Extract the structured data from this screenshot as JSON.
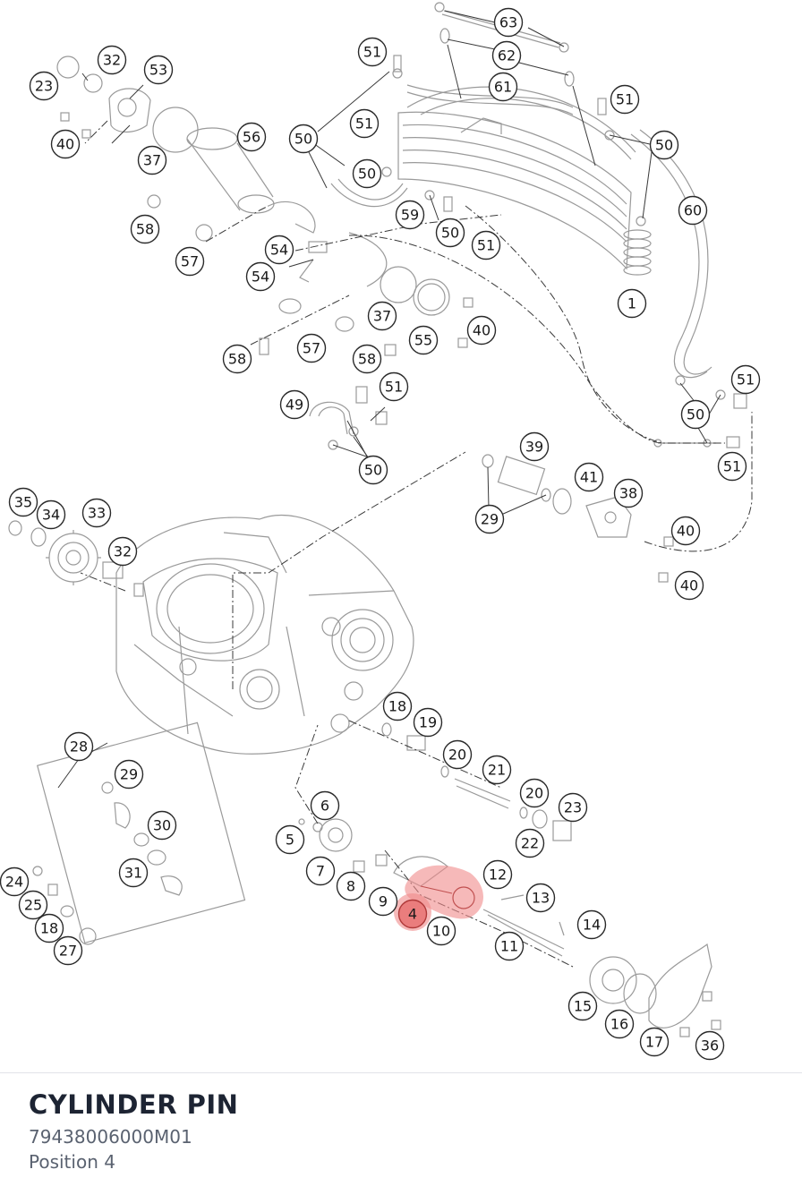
{
  "diagram": {
    "callouts": [
      {
        "label": "63"
      },
      {
        "label": "62"
      },
      {
        "label": "61"
      },
      {
        "label": "51"
      },
      {
        "label": "51"
      },
      {
        "label": "51"
      },
      {
        "label": "50"
      },
      {
        "label": "50"
      },
      {
        "label": "50"
      },
      {
        "label": "60"
      },
      {
        "label": "59"
      },
      {
        "label": "50"
      },
      {
        "label": "51"
      },
      {
        "label": "1"
      },
      {
        "label": "23"
      },
      {
        "label": "32"
      },
      {
        "label": "53"
      },
      {
        "label": "40"
      },
      {
        "label": "37"
      },
      {
        "label": "56"
      },
      {
        "label": "58"
      },
      {
        "label": "57"
      },
      {
        "label": "54"
      },
      {
        "label": "54"
      },
      {
        "label": "57"
      },
      {
        "label": "58"
      },
      {
        "label": "37"
      },
      {
        "label": "58"
      },
      {
        "label": "55"
      },
      {
        "label": "40"
      },
      {
        "label": "49"
      },
      {
        "label": "51"
      },
      {
        "label": "50"
      },
      {
        "label": "51"
      },
      {
        "label": "50"
      },
      {
        "label": "51"
      },
      {
        "label": "39"
      },
      {
        "label": "41"
      },
      {
        "label": "38"
      },
      {
        "label": "29"
      },
      {
        "label": "40"
      },
      {
        "label": "40"
      },
      {
        "label": "35"
      },
      {
        "label": "34"
      },
      {
        "label": "33"
      },
      {
        "label": "32"
      },
      {
        "label": "18"
      },
      {
        "label": "19"
      },
      {
        "label": "20"
      },
      {
        "label": "21"
      },
      {
        "label": "20"
      },
      {
        "label": "23"
      },
      {
        "label": "22"
      },
      {
        "label": "28"
      },
      {
        "label": "29"
      },
      {
        "label": "30"
      },
      {
        "label": "31"
      },
      {
        "label": "24"
      },
      {
        "label": "25"
      },
      {
        "label": "18"
      },
      {
        "label": "27"
      },
      {
        "label": "6"
      },
      {
        "label": "5"
      },
      {
        "label": "7"
      },
      {
        "label": "8"
      },
      {
        "label": "9"
      },
      {
        "label": "4"
      },
      {
        "label": "10"
      },
      {
        "label": "12"
      },
      {
        "label": "13"
      },
      {
        "label": "14"
      },
      {
        "label": "11"
      },
      {
        "label": "15"
      },
      {
        "label": "16"
      },
      {
        "label": "17"
      },
      {
        "label": "36"
      }
    ],
    "selected_label": "4"
  },
  "part": {
    "name": "CYLINDER PIN",
    "number": "79438006000M01",
    "position": "Position 4"
  },
  "colors": {
    "highlight": "#f08a8a",
    "line": "#9a9a9a",
    "callout_stroke": "#2a2a2a",
    "title": "#1d2433",
    "subtext": "#5a6270"
  }
}
